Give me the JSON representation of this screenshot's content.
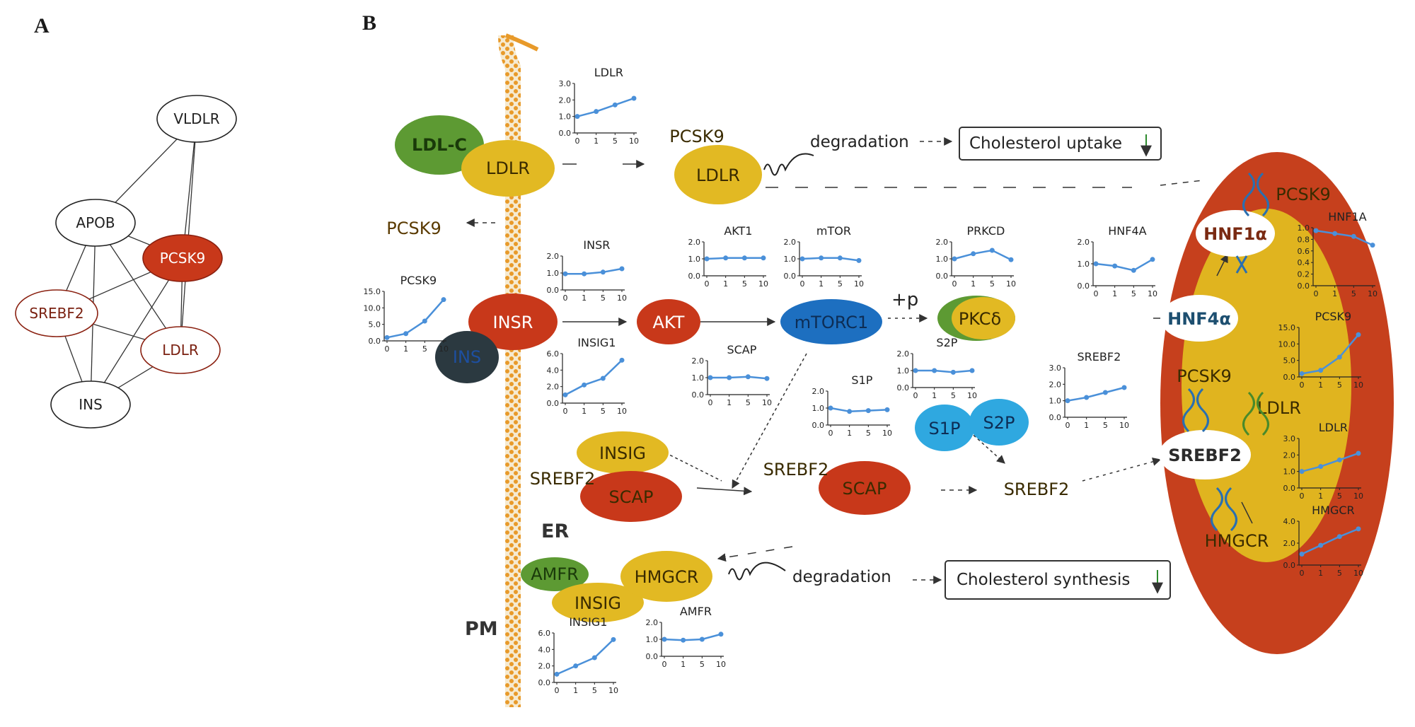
{
  "panels": {
    "a": "A",
    "b": "B"
  },
  "network": {
    "nodes": [
      {
        "id": "VLDLR",
        "label": "VLDLR",
        "highlight": "none"
      },
      {
        "id": "APOB",
        "label": "APOB",
        "highlight": "none"
      },
      {
        "id": "PCSK9",
        "label": "PCSK9",
        "highlight": "filled"
      },
      {
        "id": "SREBF2",
        "label": "SREBF2",
        "highlight": "outlined"
      },
      {
        "id": "LDLR",
        "label": "LDLR",
        "highlight": "outlined"
      },
      {
        "id": "INS",
        "label": "INS",
        "highlight": "none"
      }
    ],
    "edges": [
      [
        "VLDLR",
        "APOB"
      ],
      [
        "VLDLR",
        "PCSK9"
      ],
      [
        "VLDLR",
        "LDLR"
      ],
      [
        "APOB",
        "PCSK9"
      ],
      [
        "APOB",
        "SREBF2"
      ],
      [
        "APOB",
        "LDLR"
      ],
      [
        "APOB",
        "INS"
      ],
      [
        "PCSK9",
        "SREBF2"
      ],
      [
        "PCSK9",
        "LDLR"
      ],
      [
        "PCSK9",
        "INS"
      ],
      [
        "SREBF2",
        "LDLR"
      ],
      [
        "SREBF2",
        "INS"
      ],
      [
        "LDLR",
        "INS"
      ]
    ]
  },
  "pathway": {
    "nodes": {
      "ldlc": "LDL-C",
      "ldlr_pm": "LDLR",
      "pcsk9_top": "PCSK9",
      "ldlr_deg": "LDLR",
      "pcsk9_left": "PCSK9",
      "insr": "INSR",
      "ins": "INS",
      "akt": "AKT",
      "mtorc1": "mTORC1",
      "plus_p": "+p",
      "pkc": "PKCδ",
      "s1p": "S1P",
      "s2p": "S2P",
      "insig_top": "INSIG",
      "srebf2_er": "SREBF2",
      "scap_er": "SCAP",
      "srebf2_mid": "SREBF2",
      "scap_mid": "SCAP",
      "srebf2_right": "SREBF2",
      "er": "ER",
      "pm": "PM",
      "amfr": "AMFR",
      "insig_bot": "INSIG",
      "hmgcr": "HMGCR",
      "degradation_top": "degradation",
      "degradation_bot": "degradation"
    },
    "outcome_boxes": {
      "uptake": "Cholesterol uptake",
      "synthesis": "Cholesterol synthesis"
    },
    "nucleus": {
      "hnf1a": "HNF1α",
      "hnf4a": "HNF4α",
      "srebf2": "SREBF2",
      "pcsk9_gene_top": "PCSK9",
      "pcsk9_gene": "PCSK9",
      "ldlr_gene": "LDLR",
      "hmgcr_gene": "HMGCR"
    }
  },
  "colors": {
    "red": "#c8381a",
    "yellow": "#e2b923",
    "green": "#5d9a33",
    "blue": "#1d6fc0",
    "light_blue": "#2fa8e0",
    "dark": "#2b3940",
    "line": "#4a90d9",
    "nucleus_red": "#c6401d",
    "nucleus_yellow": "#e0b41f"
  },
  "chart_data": [
    {
      "type": "line",
      "title": "LDLR",
      "x": [
        0,
        1,
        5,
        10
      ],
      "y": [
        1.0,
        1.3,
        1.7,
        2.1
      ],
      "yticks": [
        "0.0",
        "1.0",
        "2.0",
        "3.0"
      ],
      "ylim": [
        0,
        3
      ]
    },
    {
      "type": "line",
      "title": "PCSK9",
      "x": [
        0,
        1,
        5,
        10
      ],
      "y": [
        1.0,
        2.2,
        6.0,
        12.5
      ],
      "yticks": [
        "0.0",
        "5.0",
        "10.0",
        "15.0"
      ],
      "ylim": [
        0,
        15
      ]
    },
    {
      "type": "line",
      "title": "INSR",
      "x": [
        0,
        1,
        5,
        10
      ],
      "y": [
        0.95,
        0.95,
        1.05,
        1.25
      ],
      "yticks": [
        "0.0",
        "1.0",
        "2.0"
      ],
      "ylim": [
        0,
        2
      ]
    },
    {
      "type": "line",
      "title": "INSIG1",
      "x": [
        0,
        1,
        5,
        10
      ],
      "y": [
        1.0,
        2.2,
        3.0,
        5.2
      ],
      "yticks": [
        "0.0",
        "2.0",
        "4.0",
        "6.0"
      ],
      "ylim": [
        0,
        6
      ]
    },
    {
      "type": "line",
      "title": "AKT1",
      "x": [
        0,
        1,
        5,
        10
      ],
      "y": [
        1.0,
        1.05,
        1.05,
        1.05
      ],
      "yticks": [
        "0.0",
        "1.0",
        "2.0"
      ],
      "ylim": [
        0,
        2
      ]
    },
    {
      "type": "line",
      "title": "SCAP",
      "x": [
        0,
        1,
        5,
        10
      ],
      "y": [
        1.0,
        1.0,
        1.05,
        0.95
      ],
      "yticks": [
        "0.0",
        "1.0",
        "2.0"
      ],
      "ylim": [
        0,
        2
      ]
    },
    {
      "type": "line",
      "title": "mTOR",
      "x": [
        0,
        1,
        5,
        10
      ],
      "y": [
        1.0,
        1.05,
        1.05,
        0.9
      ],
      "yticks": [
        "0.0",
        "1.0",
        "2.0"
      ],
      "ylim": [
        0,
        2
      ]
    },
    {
      "type": "line",
      "title": "S1P",
      "x": [
        0,
        1,
        5,
        10
      ],
      "y": [
        1.0,
        0.8,
        0.85,
        0.9
      ],
      "yticks": [
        "0.0",
        "1.0",
        "2.0"
      ],
      "ylim": [
        0,
        2
      ]
    },
    {
      "type": "line",
      "title": "PRKCD",
      "x": [
        0,
        1,
        5,
        10
      ],
      "y": [
        1.0,
        1.3,
        1.5,
        0.95
      ],
      "yticks": [
        "0.0",
        "1.0",
        "2.0"
      ],
      "ylim": [
        0,
        2
      ]
    },
    {
      "type": "line",
      "title": "S2P",
      "x": [
        0,
        1,
        5,
        10
      ],
      "y": [
        1.0,
        1.0,
        0.9,
        1.0
      ],
      "yticks": [
        "0.0",
        "1.0",
        "2.0"
      ],
      "ylim": [
        0,
        2
      ]
    },
    {
      "type": "line",
      "title": "HNF4A",
      "x": [
        0,
        1,
        5,
        10
      ],
      "y": [
        1.0,
        0.9,
        0.7,
        1.2
      ],
      "yticks": [
        "0.0",
        "1.0",
        "2.0"
      ],
      "ylim": [
        0,
        2
      ]
    },
    {
      "type": "line",
      "title": "SREBF2",
      "x": [
        0,
        1,
        5,
        10
      ],
      "y": [
        1.0,
        1.2,
        1.5,
        1.8
      ],
      "yticks": [
        "0.0",
        "1.0",
        "2.0",
        "3.0"
      ],
      "ylim": [
        0,
        3
      ]
    },
    {
      "type": "line",
      "title": "AMFR",
      "x": [
        0,
        1,
        5,
        10
      ],
      "y": [
        1.0,
        0.95,
        1.0,
        1.3
      ],
      "yticks": [
        "0.0",
        "1.0",
        "2.0"
      ],
      "ylim": [
        0,
        2
      ]
    },
    {
      "type": "line",
      "title": "INSIG1",
      "x": [
        0,
        1,
        5,
        10
      ],
      "y": [
        1.0,
        2.0,
        3.0,
        5.2
      ],
      "yticks": [
        "0.0",
        "2.0",
        "4.0",
        "6.0"
      ],
      "ylim": [
        0,
        6
      ]
    },
    {
      "type": "line",
      "title": "HNF1A",
      "x": [
        0,
        1,
        5,
        10
      ],
      "y": [
        0.95,
        0.9,
        0.85,
        0.7
      ],
      "yticks": [
        "0.0",
        "0.2",
        "0.4",
        "0.6",
        "0.8",
        "1.0"
      ],
      "ylim": [
        0,
        1
      ]
    },
    {
      "type": "line",
      "title": "PCSK9",
      "x": [
        0,
        1,
        5,
        10
      ],
      "y": [
        1.0,
        2.0,
        6.0,
        12.8
      ],
      "yticks": [
        "0.0",
        "5.0",
        "10.0",
        "15.0"
      ],
      "ylim": [
        0,
        15
      ]
    },
    {
      "type": "line",
      "title": "LDLR",
      "x": [
        0,
        1,
        5,
        10
      ],
      "y": [
        1.0,
        1.3,
        1.7,
        2.1
      ],
      "yticks": [
        "0.0",
        "1.0",
        "2.0",
        "3.0"
      ],
      "ylim": [
        0,
        3
      ]
    },
    {
      "type": "line",
      "title": "HMGCR",
      "x": [
        0,
        1,
        5,
        10
      ],
      "y": [
        1.0,
        1.8,
        2.6,
        3.3
      ],
      "yticks": [
        "0.0",
        "2.0",
        "4.0"
      ],
      "ylim": [
        0,
        4
      ]
    }
  ]
}
